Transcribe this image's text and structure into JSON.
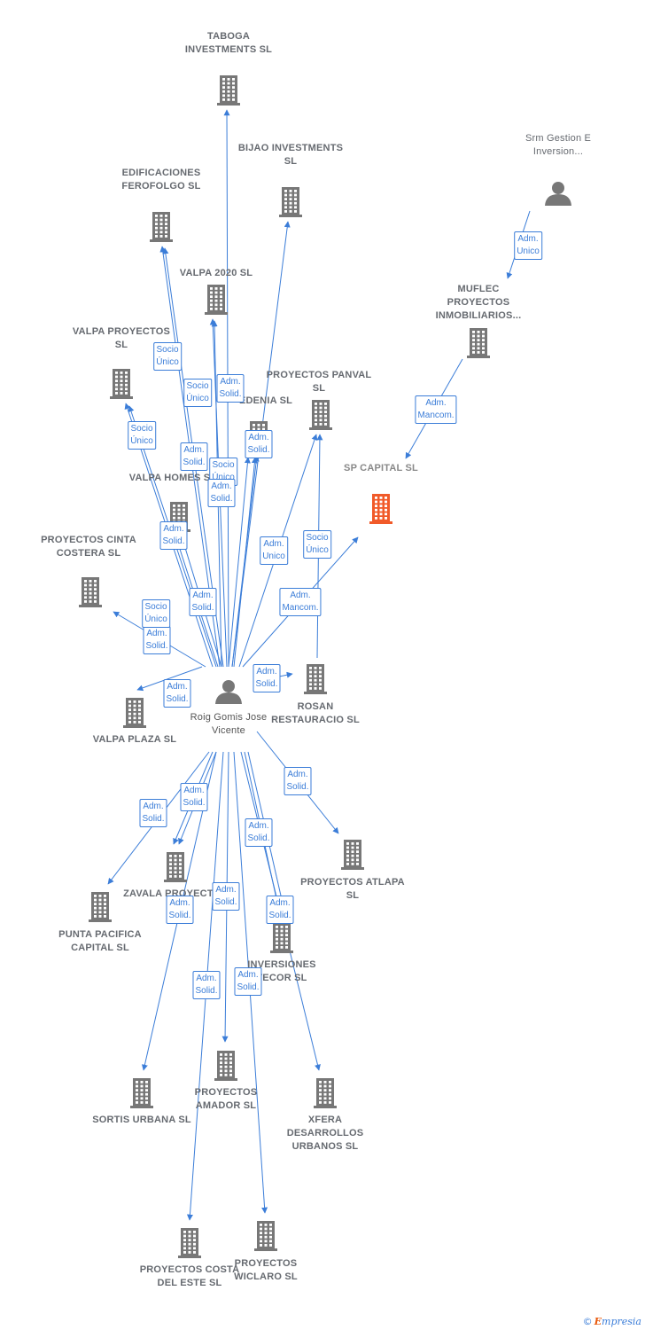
{
  "colors": {
    "edge": "#3b7dd8",
    "building": "#777777",
    "target": "#f15a29",
    "person": "#777777"
  },
  "nodes": [
    {
      "id": "taboga",
      "label": "TABOGA INVESTMENTS SL",
      "kind": "company"
    },
    {
      "id": "bijao",
      "label": "BIJAO INVESTMENTS SL",
      "kind": "company"
    },
    {
      "id": "edificaciones",
      "label": "EDIFICACIONES FEROFOLGO SL",
      "kind": "company"
    },
    {
      "id": "valpa2020",
      "label": "VALPA 2020 SL",
      "kind": "company"
    },
    {
      "id": "valpaproy",
      "label": "VALPA PROYECTOS SL",
      "kind": "company"
    },
    {
      "id": "edenia",
      "label": "EDENIA SL",
      "kind": "company"
    },
    {
      "id": "panval",
      "label": "PROYECTOS PANVAL SL",
      "kind": "company"
    },
    {
      "id": "valpahomes",
      "label": "VALPA HOMES SL",
      "kind": "company"
    },
    {
      "id": "spcapital",
      "label": "SP CAPITAL SL",
      "kind": "target"
    },
    {
      "id": "cinta",
      "label": "PROYECTOS CINTA COSTERA SL",
      "kind": "company"
    },
    {
      "id": "srm",
      "label": "Srm Gestion E Inversion...",
      "kind": "person"
    },
    {
      "id": "muflec",
      "label": "MUFLEC PROYECTOS INMOBILIARIOS...",
      "kind": "company"
    },
    {
      "id": "rosan",
      "label": "ROSAN RESTAURACIO SL",
      "kind": "company"
    },
    {
      "id": "valpaplaza",
      "label": "VALPA PLAZA SL",
      "kind": "company"
    },
    {
      "id": "center",
      "label": "Roig Gomis Jose Vicente",
      "kind": "person"
    },
    {
      "id": "atlapa",
      "label": "PROYECTOS ATLAPA SL",
      "kind": "company"
    },
    {
      "id": "zavala",
      "label": "ZAVALA PROYECTOS SL",
      "kind": "company"
    },
    {
      "id": "punta",
      "label": "PUNTA PACIFICA CAPITAL SL",
      "kind": "company"
    },
    {
      "id": "inversiones",
      "label": "INVERSIONES TECOR SL",
      "kind": "company"
    },
    {
      "id": "sortis",
      "label": "SORTIS URBANA SL",
      "kind": "company"
    },
    {
      "id": "amador",
      "label": "PROYECTOS AMADOR SL",
      "kind": "company"
    },
    {
      "id": "xfera",
      "label": "XFERA DESARROLLOS URBANOS SL",
      "kind": "company"
    },
    {
      "id": "costa",
      "label": "PROYECTOS COSTA DEL ESTE SL",
      "kind": "company"
    },
    {
      "id": "wiclaro",
      "label": "PROYECTOS WICLARO SL",
      "kind": "company"
    }
  ],
  "edges": [
    {
      "from": "center",
      "to": "taboga"
    },
    {
      "from": "center",
      "to": "bijao"
    },
    {
      "from": "center",
      "to": "edificaciones",
      "label": "Socio Único"
    },
    {
      "from": "center",
      "to": "edificaciones"
    },
    {
      "from": "center",
      "to": "valpa2020",
      "label": "Adm. Solid."
    },
    {
      "from": "center",
      "to": "valpa2020",
      "label": "Socio Único"
    },
    {
      "from": "center",
      "to": "valpaproy",
      "label": "Socio Único"
    },
    {
      "from": "center",
      "to": "valpaproy",
      "label": "Adm. Solid."
    },
    {
      "from": "center",
      "to": "edenia",
      "label": "Adm. Solid."
    },
    {
      "from": "center",
      "to": "edenia",
      "label": "Socio Único"
    },
    {
      "from": "center",
      "to": "edenia",
      "label": "Adm. Solid."
    },
    {
      "from": "center",
      "to": "panval",
      "label": "Adm. Unico"
    },
    {
      "from": "rosan",
      "to": "panval",
      "label": "Socio Único"
    },
    {
      "from": "center",
      "to": "spcapital",
      "label": "Adm. Mancom."
    },
    {
      "from": "center",
      "to": "valpahomes",
      "label": "Adm. Solid."
    },
    {
      "from": "center",
      "to": "valpahomes",
      "label": "Adm. Solid."
    },
    {
      "from": "center",
      "to": "cinta",
      "label": "Adm. Solid."
    },
    {
      "from": "center",
      "to": "valpaplaza",
      "label": "Socio Único"
    },
    {
      "from": "srm",
      "to": "muflec",
      "label": "Adm. Unico"
    },
    {
      "from": "muflec",
      "to": "spcapital",
      "label": "Adm. Mancom."
    },
    {
      "from": "center",
      "to": "rosan",
      "label": "Adm. Solid."
    },
    {
      "from": "center",
      "to": "atlapa",
      "label": "Adm. Solid."
    },
    {
      "from": "center",
      "to": "zavala",
      "label": "Adm. Solid."
    },
    {
      "from": "center",
      "to": "zavala",
      "label": "Adm. Solid."
    },
    {
      "from": "center",
      "to": "punta",
      "label": "Adm. Solid."
    },
    {
      "from": "center",
      "to": "inversiones",
      "label": "Adm. Solid."
    },
    {
      "from": "center",
      "to": "inversiones",
      "label": "Adm. Solid."
    },
    {
      "from": "center",
      "to": "sortis",
      "label": "Adm. Solid."
    },
    {
      "from": "center",
      "to": "amador",
      "label": "Adm. Solid."
    },
    {
      "from": "center",
      "to": "xfera"
    },
    {
      "from": "center",
      "to": "costa",
      "label": "Adm. Solid."
    },
    {
      "from": "center",
      "to": "wiclaro",
      "label": "Adm. Solid."
    }
  ],
  "footer": {
    "copyright": "©",
    "brand_initial": "E",
    "brand_rest": "mpresia"
  }
}
